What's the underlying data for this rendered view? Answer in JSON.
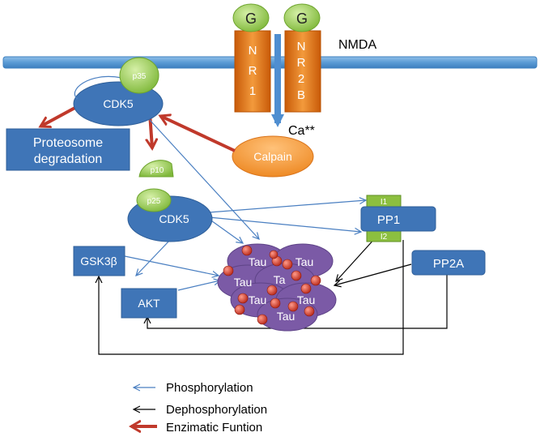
{
  "receptor": {
    "label": "NMDA",
    "nr1": {
      "g": "G",
      "letters": [
        "N",
        "R",
        "1"
      ]
    },
    "nr2b": {
      "g": "G",
      "letters": [
        "N",
        "R",
        "2",
        "B"
      ]
    },
    "ion": "Ca**"
  },
  "nodes": {
    "p35": "p35",
    "cdk5_top": "CDK5",
    "proteosome_line1": "Proteosome",
    "proteosome_line2": "degradation",
    "calpain": "Calpain",
    "p10": "p10",
    "p25": "p25",
    "cdk5_mid": "CDK5",
    "pp1": "PP1",
    "i1": "I1",
    "i2": "I2",
    "pp2a": "PP2A",
    "gsk3b": "GSK3β",
    "akt": "AKT"
  },
  "tau": [
    "Tau",
    "Tau",
    "Tau",
    "Ta",
    "Tau",
    "Tau",
    "Tau"
  ],
  "legend": [
    {
      "label": "Phosphorylation",
      "color": "#4a7fc1",
      "kind": "thin"
    },
    {
      "label": "Dephosphorylation",
      "color": "#000000",
      "kind": "thin"
    },
    {
      "label": "Enzimatic Funtion",
      "color": "#c0392b",
      "kind": "thick"
    }
  ],
  "colors": {
    "membrane": "#5b9bd5",
    "node_blue": "#3f75b7",
    "receptor_orange": "#e46c0a",
    "g_green": "#8cc63f",
    "tau_purple": "#7b5aa6",
    "phospho_red": "#c0392b",
    "enzymatic_red": "#c0392b",
    "i_green": "#8cbf3f"
  }
}
